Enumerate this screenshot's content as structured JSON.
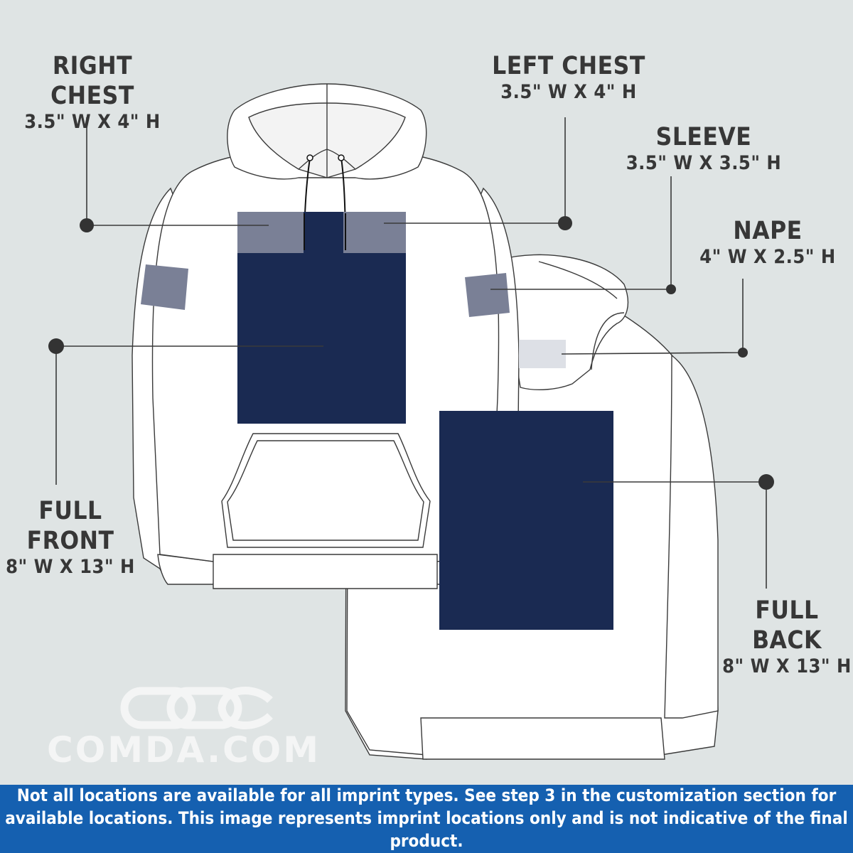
{
  "labels": {
    "right_chest": {
      "title": "RIGHT CHEST",
      "size": "3.5\" W X 4\" H"
    },
    "left_chest": {
      "title": "LEFT CHEST",
      "size": "3.5\" W X 4\" H"
    },
    "sleeve": {
      "title": "SLEEVE",
      "size": "3.5\" W X 3.5\" H"
    },
    "nape": {
      "title": "NAPE",
      "size": "4\" W X 2.5\" H"
    },
    "full_front": {
      "title": "FULL FRONT",
      "size": "8\" W X 13\" H"
    },
    "full_back": {
      "title": "FULL BACK",
      "size": "8\" W X 13\" H"
    }
  },
  "logo": {
    "text": "COMDA.COM"
  },
  "footer": {
    "note": "Not all locations are available for all imprint types. See step 3 in the customization section for available locations. This image represents imprint locations only and is not indicative of the final product."
  },
  "colors": {
    "background": "#dfe4e4",
    "label_text": "#373737",
    "garment": "#ffffff",
    "garment_outline": "#3a3a3a",
    "full_imprint": "#1a2a52",
    "partial_imprint": "#7a8096",
    "nape_imprint": "#dde0e6",
    "footer_band": "#1560b0",
    "footer_text": "#ffffff"
  }
}
